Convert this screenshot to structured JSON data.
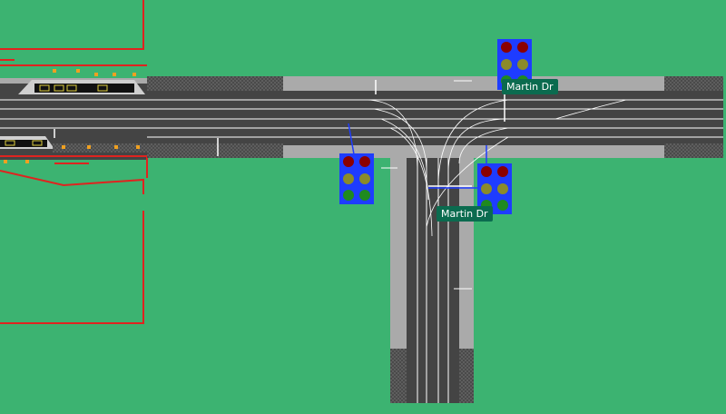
{
  "street_labels": {
    "top": "Martin Dr",
    "bottom": "Martin Dr"
  },
  "colors": {
    "background": "#3cb371",
    "road": "#444444",
    "sidewalk": "#aaaaaa",
    "hatch": "#555555",
    "signal_frame": "#1e3cff",
    "signal_red": "#8b0000",
    "signal_yellow": "#8b8b2a",
    "signal_green": "#1f8a1f",
    "label_bg": "#0b6b4f",
    "barrier": "#e0231f",
    "marker": "#f0a020"
  },
  "icons": [
    "traffic-signal-icon",
    "traffic-signal-icon",
    "traffic-signal-icon",
    "street-label"
  ]
}
